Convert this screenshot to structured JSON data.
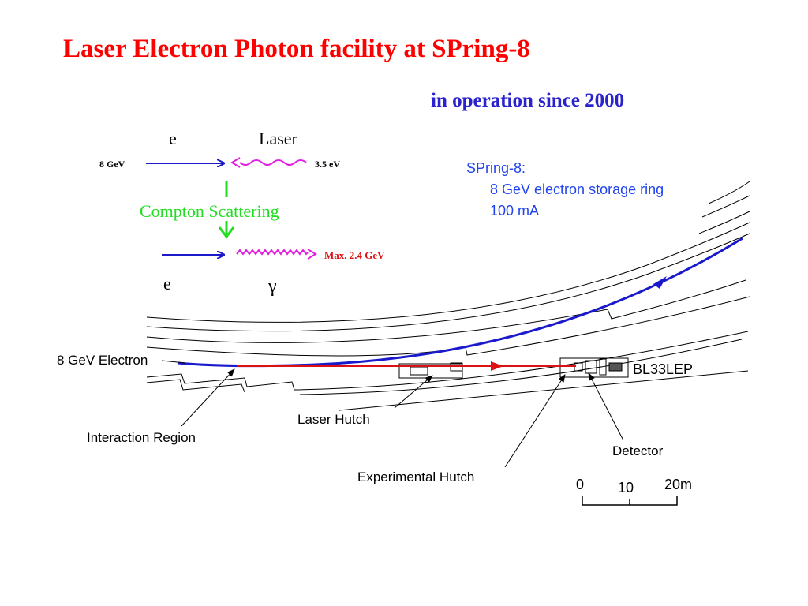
{
  "slide": {
    "title": "Laser Electron Photon facility at SPring-8",
    "subtitle": "in operation since 2000"
  },
  "inset": {
    "electron_label": "e",
    "laser_label": "Laser",
    "electron_energy": "8 GeV",
    "laser_energy": "3.5 eV",
    "process_label": "Compton Scattering",
    "photon_energy": "Max. 2.4 GeV",
    "scattered_electron_label": "e",
    "photon_label": "γ"
  },
  "spring8_info": {
    "name": "SPring-8:",
    "ring": "8 GeV electron storage ring",
    "current": "100 mA"
  },
  "labels": {
    "electron_beam": "8 GeV Electron",
    "beamline": "BL33LEP",
    "interaction_region": "Interaction Region",
    "laser_hutch": "Laser Hutch",
    "experimental_hutch": "Experimental Hutch",
    "detector": "Detector"
  },
  "scale_bar": {
    "ticks": [
      "0",
      "10",
      "20m"
    ]
  },
  "colors": {
    "title": "#ff0000",
    "subtitle": "#2a22cc",
    "electron": "#1a1acc",
    "laser": "#e020e0",
    "compton": "#22dd22",
    "photon_beam": "#dd1111",
    "spring8_text": "#2244ee"
  }
}
